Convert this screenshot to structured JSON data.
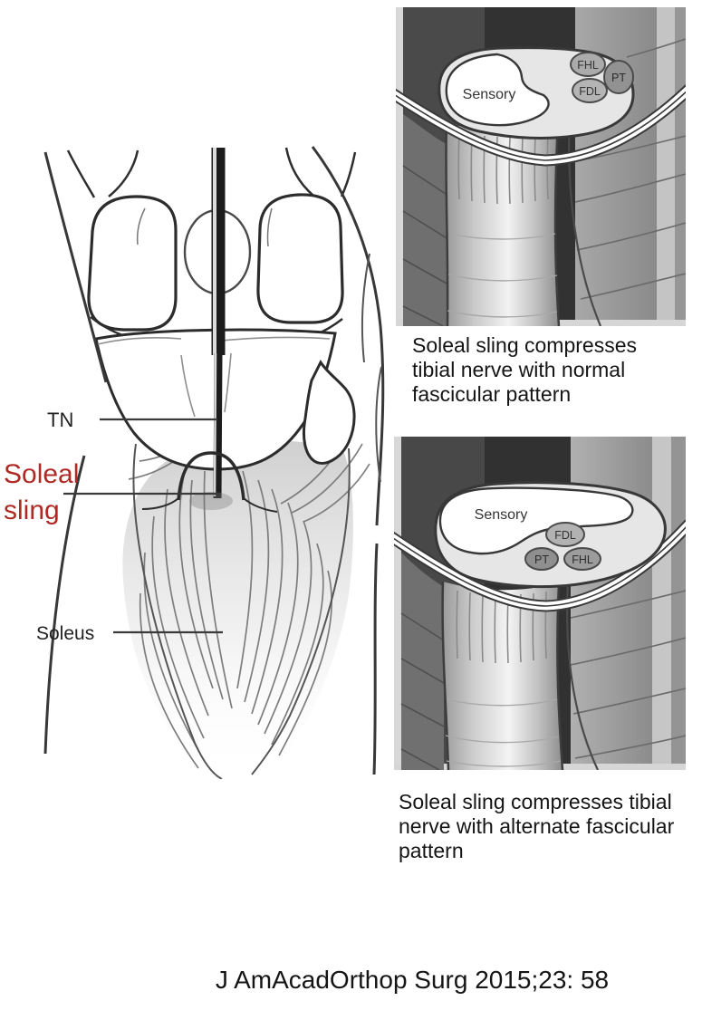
{
  "figure": {
    "left_panel": {
      "labels": {
        "tn": "TN",
        "soleal_sling_lines": [
          "Soleal",
          "sling"
        ],
        "soleus": "Soleus"
      },
      "soleal_label_color": "#ae2a24"
    },
    "top_panel": {
      "cross_section": {
        "sensory": "Sensory",
        "fhl": "FHL",
        "pt": "PT",
        "fdl": "FDL"
      },
      "caption_lines": [
        "Soleal sling compresses",
        "tibial nerve with normal",
        "fascicular pattern"
      ]
    },
    "bottom_panel": {
      "cross_section": {
        "sensory": "Sensory",
        "fdl": "FDL",
        "pt": "PT",
        "fhl": "FHL"
      },
      "caption_lines": [
        "Soleal sling compresses tibial",
        "nerve with alternate fascicular",
        "pattern"
      ]
    },
    "citation": "J AmAcadOrthop Surg 2015;23: 58"
  }
}
